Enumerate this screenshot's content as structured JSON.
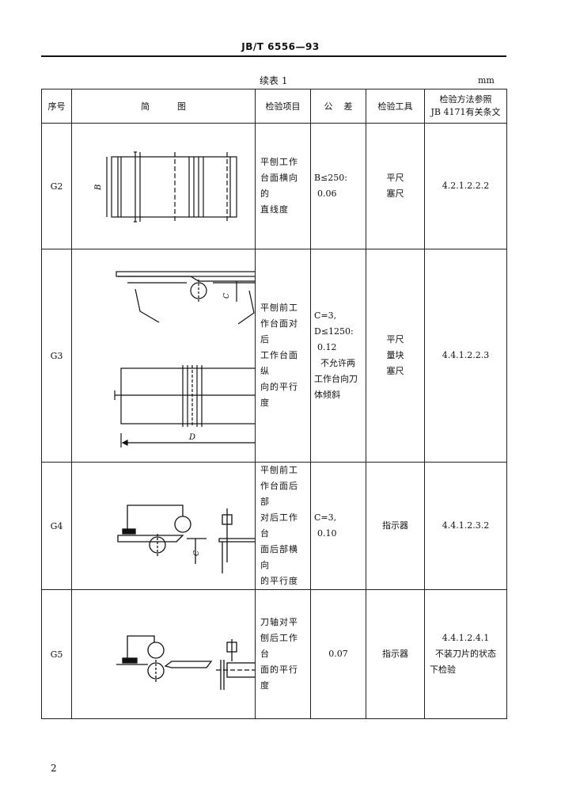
{
  "header": {
    "standard": "JB/T 6556—93"
  },
  "table_title": "续表 1",
  "unit": "mm",
  "columns": {
    "seq": "序号",
    "diagram": "简          图",
    "item": "检验项目",
    "tolerance": "公    差",
    "tool": "检验工具",
    "ref_line1": "检验方法参照",
    "ref_line2": "JB 4171有关条文"
  },
  "rows": [
    {
      "seq": "G2",
      "item": [
        "平刨工作",
        "台面横向的",
        "直线度"
      ],
      "tolerance": [
        "B≤250:",
        "0.06"
      ],
      "tool": [
        "平尺",
        "塞尺"
      ],
      "ref": [
        "4.2.1.2.2.2"
      ],
      "diagram_label": "B"
    },
    {
      "seq": "G3",
      "item": [
        "平刨前工",
        "作台面对后",
        "工作台面纵",
        "向的平行度"
      ],
      "tolerance": [
        "C=3,",
        "D≤1250:",
        "0.12",
        "不允许两",
        "工作台向刀",
        "体倾斜"
      ],
      "tool": [
        "平尺",
        "量块",
        "塞尺"
      ],
      "ref": [
        "4.4.1.2.2.3"
      ],
      "diagram_labels": [
        "C",
        "D"
      ]
    },
    {
      "seq": "G4",
      "item": [
        "平刨前工",
        "作台面后部",
        "对后工作台",
        "面后部横向",
        "的平行度"
      ],
      "tolerance": [
        "C=3,",
        "0.10"
      ],
      "tool": [
        "指示器"
      ],
      "ref": [
        "4.4.1.2.3.2"
      ],
      "diagram_label": "C"
    },
    {
      "seq": "G5",
      "item": [
        "刀轴对平",
        "刨后工作台",
        "面的平行度"
      ],
      "tolerance": [
        "0.07"
      ],
      "tool": [
        "指示器"
      ],
      "ref": [
        "4.4.1.2.4.1",
        "不装刀片的状态",
        "下检验"
      ]
    }
  ],
  "page_number": "2"
}
